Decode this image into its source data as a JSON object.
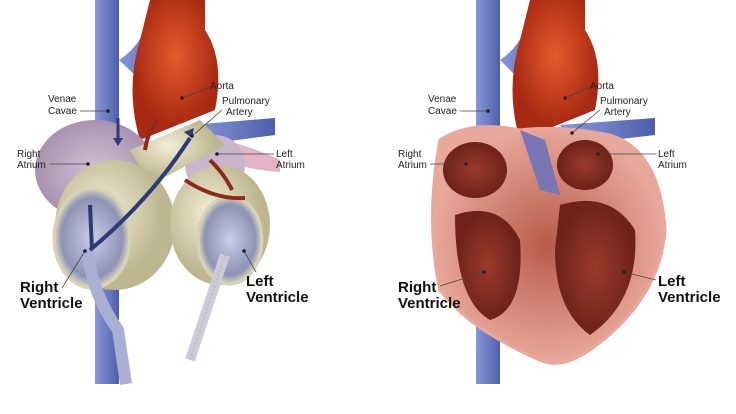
{
  "left_panel": {
    "labels": {
      "venae_cavae": [
        "Venae",
        "Cavae"
      ],
      "aorta": "Aorta",
      "pulmonary_artery": [
        "Pulmonary",
        "Artery"
      ],
      "right_atrium": [
        "Right",
        "Atrium"
      ],
      "left_atrium": [
        "Left",
        "Atrium"
      ],
      "right_ventricle": [
        "Right",
        "Ventricle"
      ],
      "left_ventricle": [
        "Left",
        "Ventricle"
      ]
    }
  },
  "right_panel": {
    "labels": {
      "venae_cavae": [
        "Venae",
        "Cavae"
      ],
      "aorta": "Aorta",
      "pulmonary_artery": [
        "Pulmonary",
        "Artery"
      ],
      "right_atrium": [
        "Right",
        "Atrium"
      ],
      "left_atrium": [
        "Left",
        "Atrium"
      ],
      "right_ventricle": [
        "Right",
        "Ventricle"
      ],
      "left_ventricle": [
        "Left",
        "Ventricle"
      ]
    }
  },
  "colors": {
    "vein": "#6f7fc8",
    "artery": "#c8411f",
    "muscle": "#e8a89a",
    "device": "#e6e1c4",
    "arrow_blue": "#2c3a78",
    "arrow_red": "#8e2a1a"
  }
}
